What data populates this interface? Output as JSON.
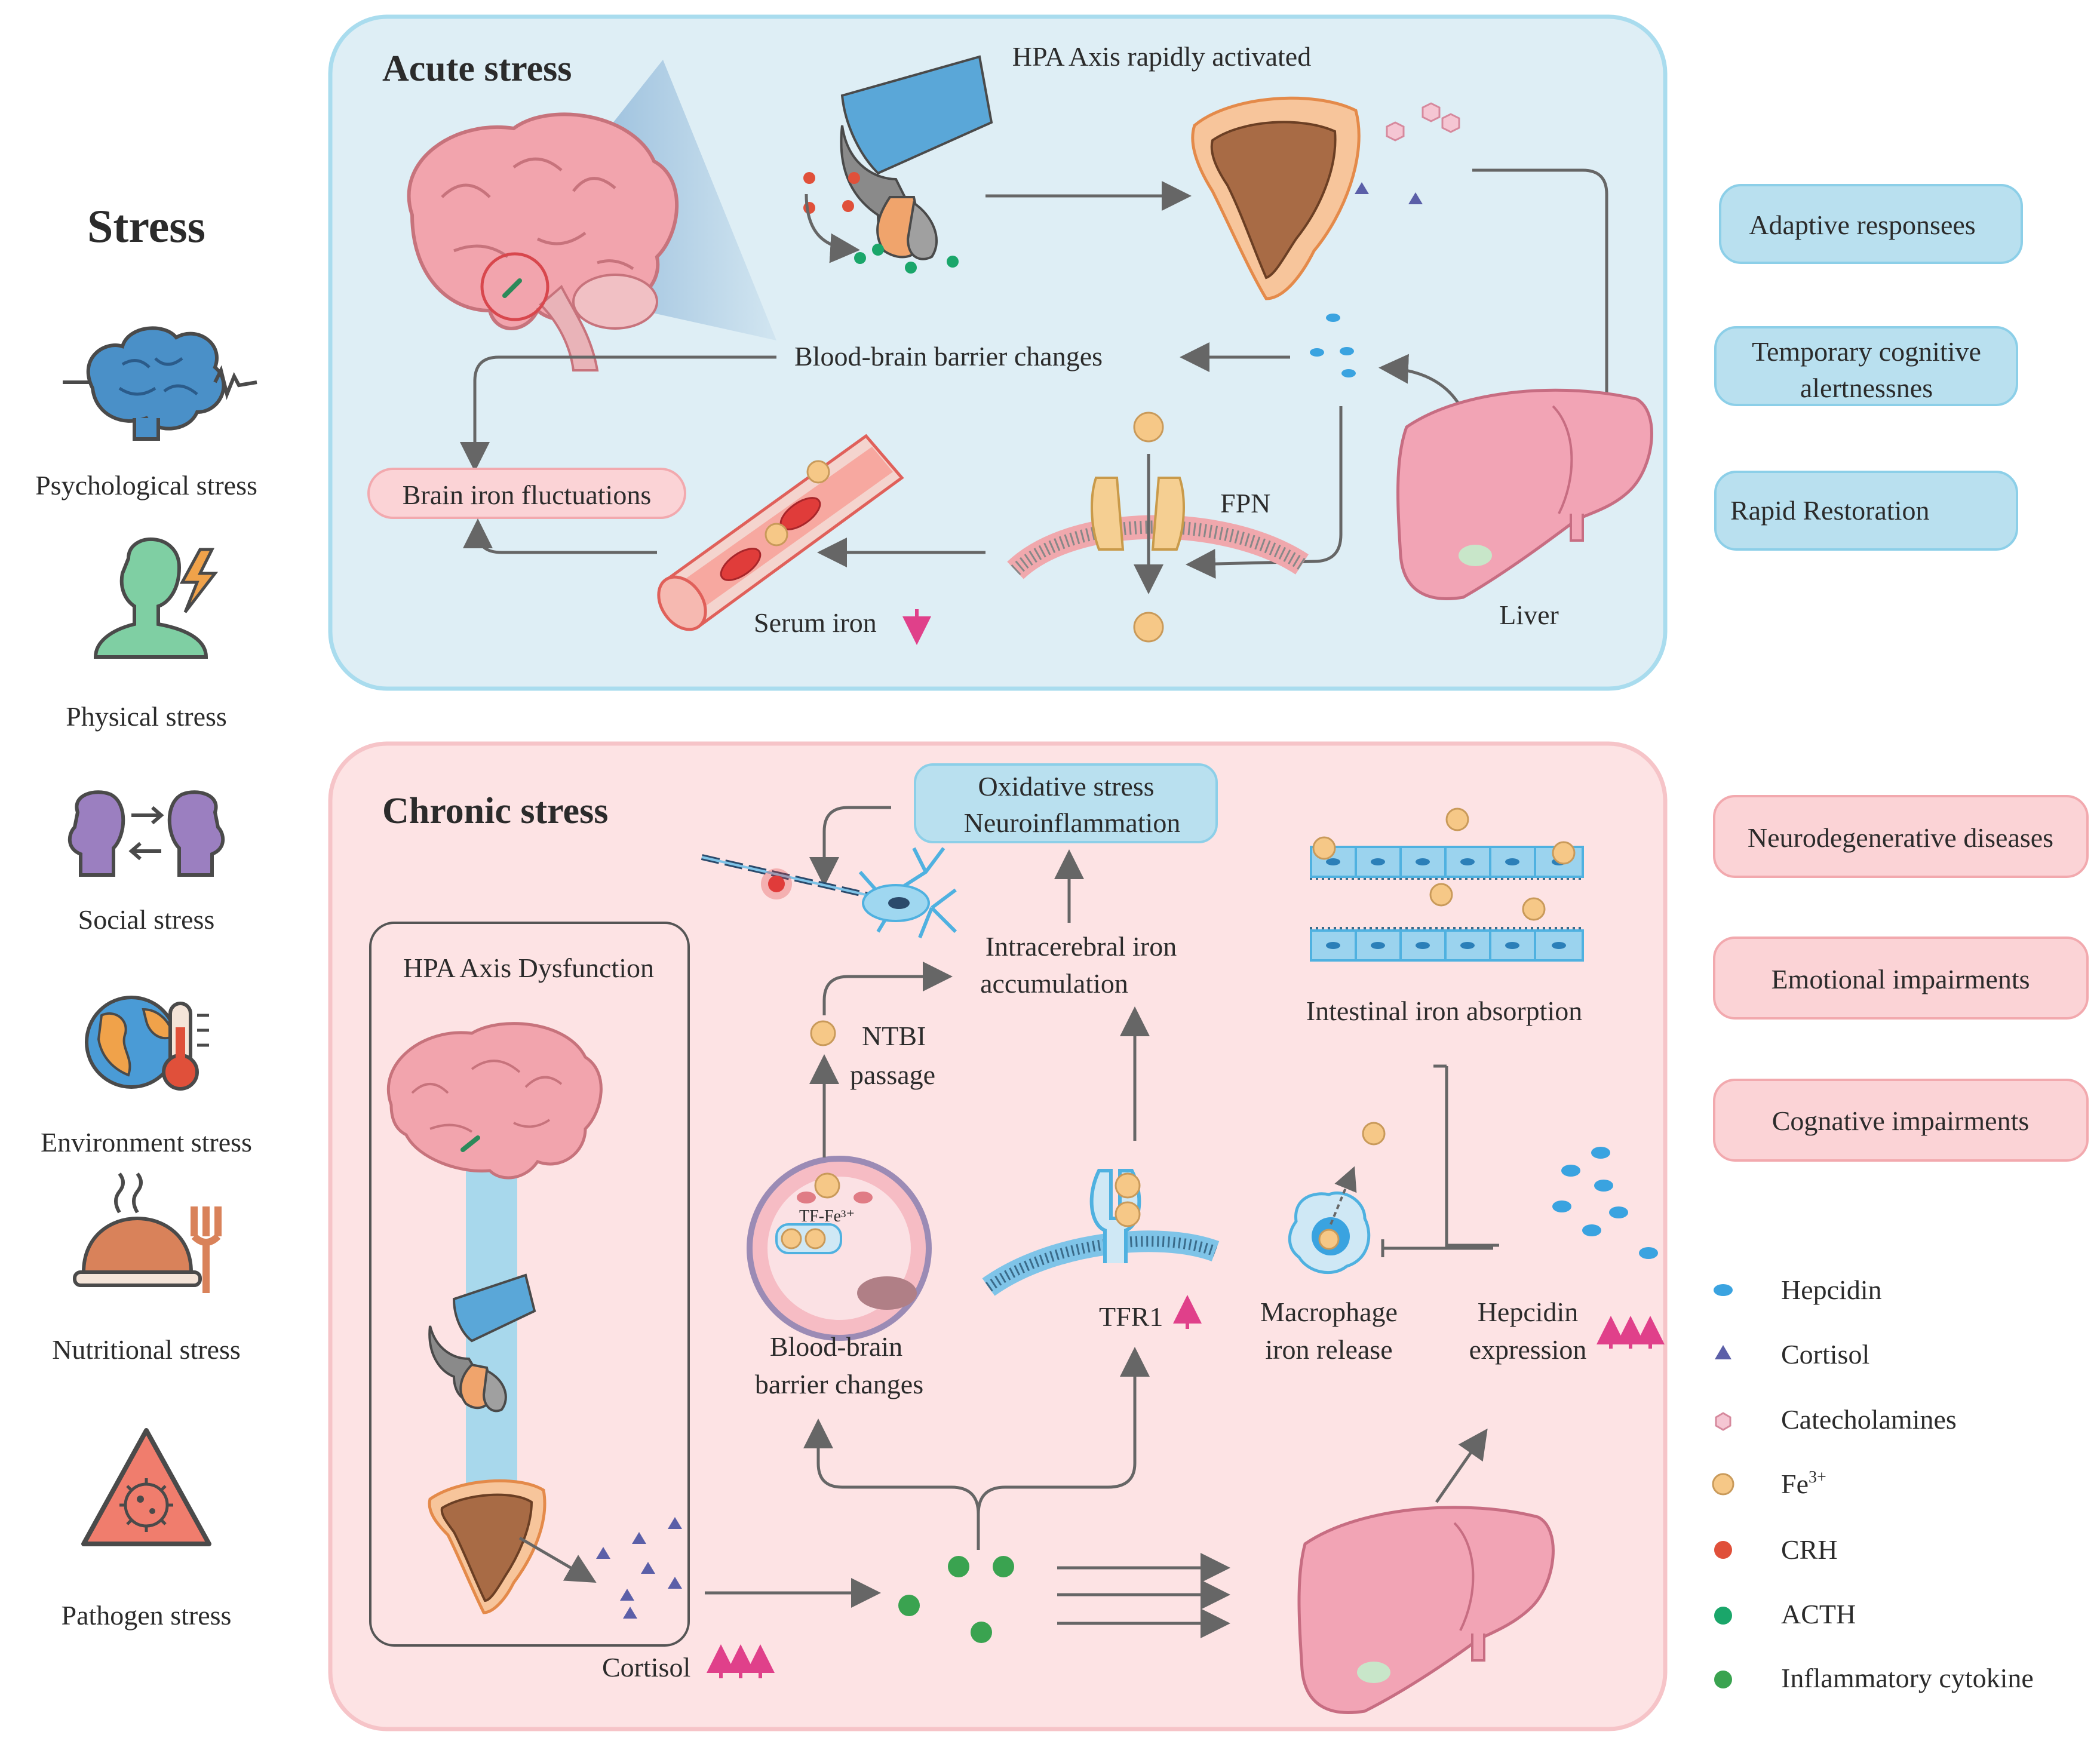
{
  "title": "Stress",
  "stress_types": [
    {
      "label": "Psychological stress",
      "icon": "brain-wave-icon",
      "color": "#4a90c8"
    },
    {
      "label": "Physical stress",
      "icon": "head-lightning-icon",
      "color": "#6cc39a"
    },
    {
      "label": "Social stress",
      "icon": "two-heads-icon",
      "color": "#9b7fc0"
    },
    {
      "label": "Environment stress",
      "icon": "globe-thermometer-icon",
      "color": "#f0a24a"
    },
    {
      "label": "Nutritional stress",
      "icon": "food-cloche-icon",
      "color": "#d9825a"
    },
    {
      "label": "Pathogen stress",
      "icon": "pathogen-warning-icon",
      "color": "#f07d6d"
    }
  ],
  "acute": {
    "title": "Acute stress",
    "hpa_label": "HPA Axis rapidly activated",
    "bbb_label": "Blood-brain barrier  changes",
    "brain_iron_label": "Brain iron fluctuations",
    "serum_label": "Serum iron",
    "fpn_label": "FPN",
    "liver_label": "Liver"
  },
  "acute_outcomes": [
    "Adaptive responsees",
    "Temporary cognitive",
    "alertnessnes",
    "Rapid Restoration"
  ],
  "chronic": {
    "title": "Chronic stress",
    "ox_line1": "Oxidative stress",
    "ox_line2": "Neuroinflammation",
    "hpa_dys": "HPA Axis Dysfunction",
    "intra_line1": "Intracerebral iron",
    "intra_line2": "accumulation",
    "ntbi_line1": "NTBI",
    "ntbi_line2": "passage",
    "tf_label": "TF-Fe³⁺",
    "bbb_line1": "Blood-brain",
    "bbb_line2": "barrier  changes",
    "tfr1_label": "TFR1",
    "intestinal_label": "Intestinal iron absorption",
    "macro_line1": "Macrophage",
    "macro_line2": "iron release",
    "hep_line1": "Hepcidin",
    "hep_line2": "expression",
    "cortisol_label": "Cortisol"
  },
  "chronic_outcomes": [
    "Neurodegenerative diseases",
    "Emotional impairments",
    "Cognative impairments"
  ],
  "legend": [
    {
      "label": "Hepcidin",
      "shape": "ellipse",
      "color": "#3aa3e0"
    },
    {
      "label": "Cortisol",
      "shape": "triangle",
      "color": "#5b5fa8"
    },
    {
      "label": "Catecholamines",
      "shape": "hexagon",
      "color": "#f5c6d3"
    },
    {
      "label": "Fe",
      "sup": "3+",
      "shape": "circle",
      "color": "#f6c887"
    },
    {
      "label": "CRH",
      "shape": "circle",
      "color": "#e0503a"
    },
    {
      "label": "ACTH",
      "shape": "circle",
      "color": "#1aa66a"
    },
    {
      "label": "Inflammatory cytokine",
      "shape": "circle",
      "color": "#3aa350"
    }
  ],
  "colors": {
    "acute_bg": "#deeef5",
    "acute_border": "#a9dcee",
    "chronic_bg": "#fde3e4",
    "chronic_border": "#f6c4c8",
    "blue_box": "#b9e0ef",
    "pink_box": "#fbd3d6",
    "accent_arrow": "#e0408a"
  }
}
